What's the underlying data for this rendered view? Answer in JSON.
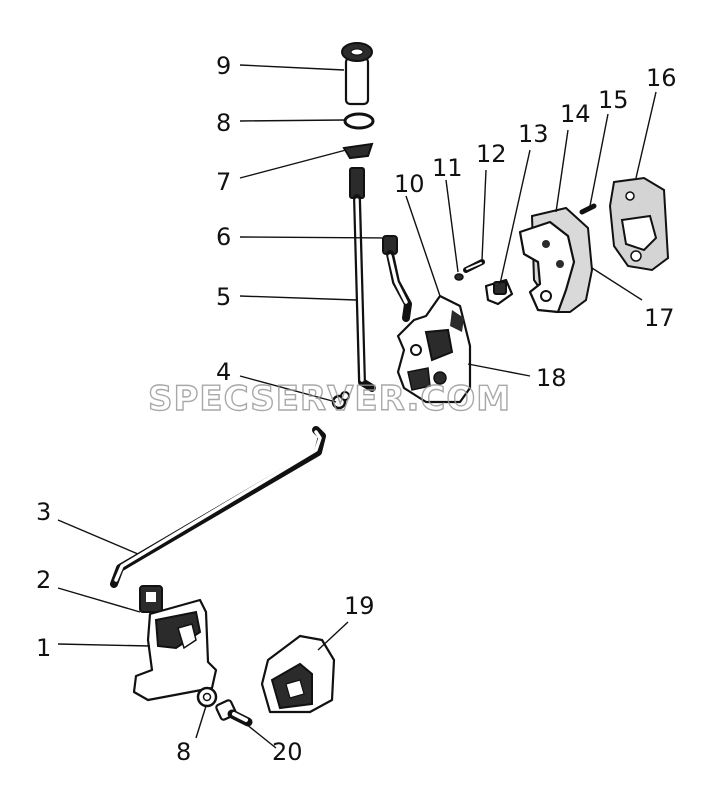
{
  "callouts": {
    "c1": "1",
    "c2": "2",
    "c3": "3",
    "c4": "4",
    "c5": "5",
    "c6": "6",
    "c7": "7",
    "c8a": "8",
    "c8b": "8",
    "c9": "9",
    "c10": "10",
    "c11": "11",
    "c12": "12",
    "c13": "13",
    "c14": "14",
    "c15": "15",
    "c16": "16",
    "c17": "17",
    "c18": "18",
    "c19": "19",
    "c20": "20"
  },
  "watermark": "SPECSERVER.COM"
}
